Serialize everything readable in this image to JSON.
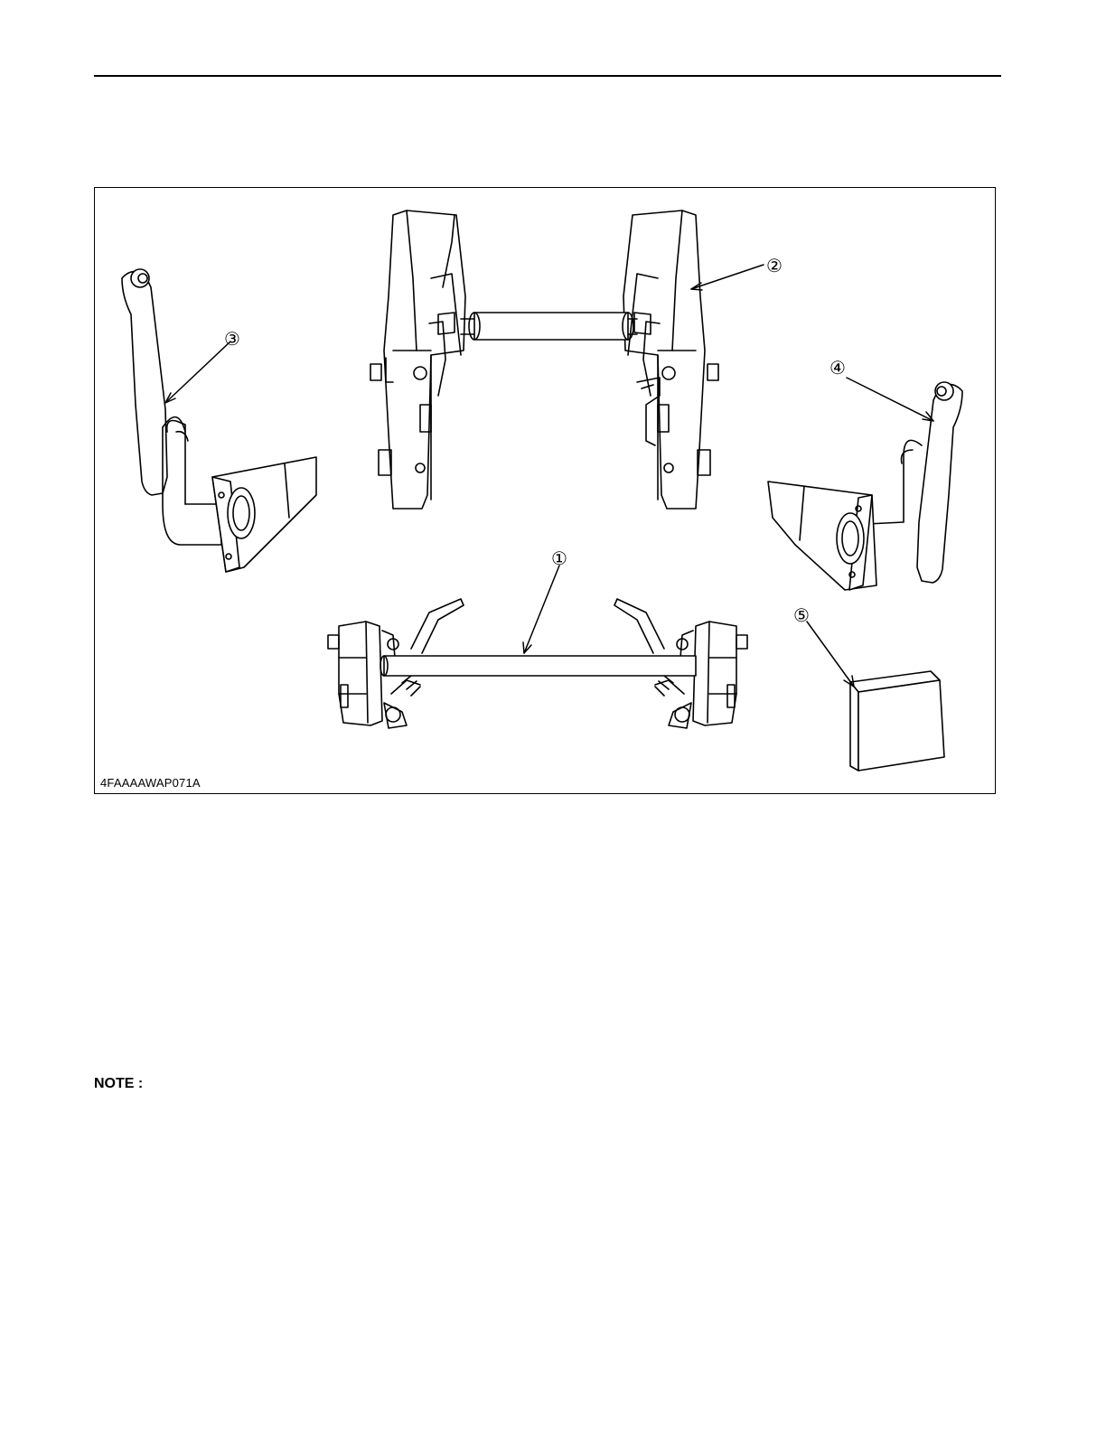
{
  "figure": {
    "code": "4FAAAAWAP071A",
    "callouts": [
      "①",
      "②",
      "③",
      "④",
      "⑤"
    ]
  },
  "note": {
    "label": "NOTE :"
  }
}
